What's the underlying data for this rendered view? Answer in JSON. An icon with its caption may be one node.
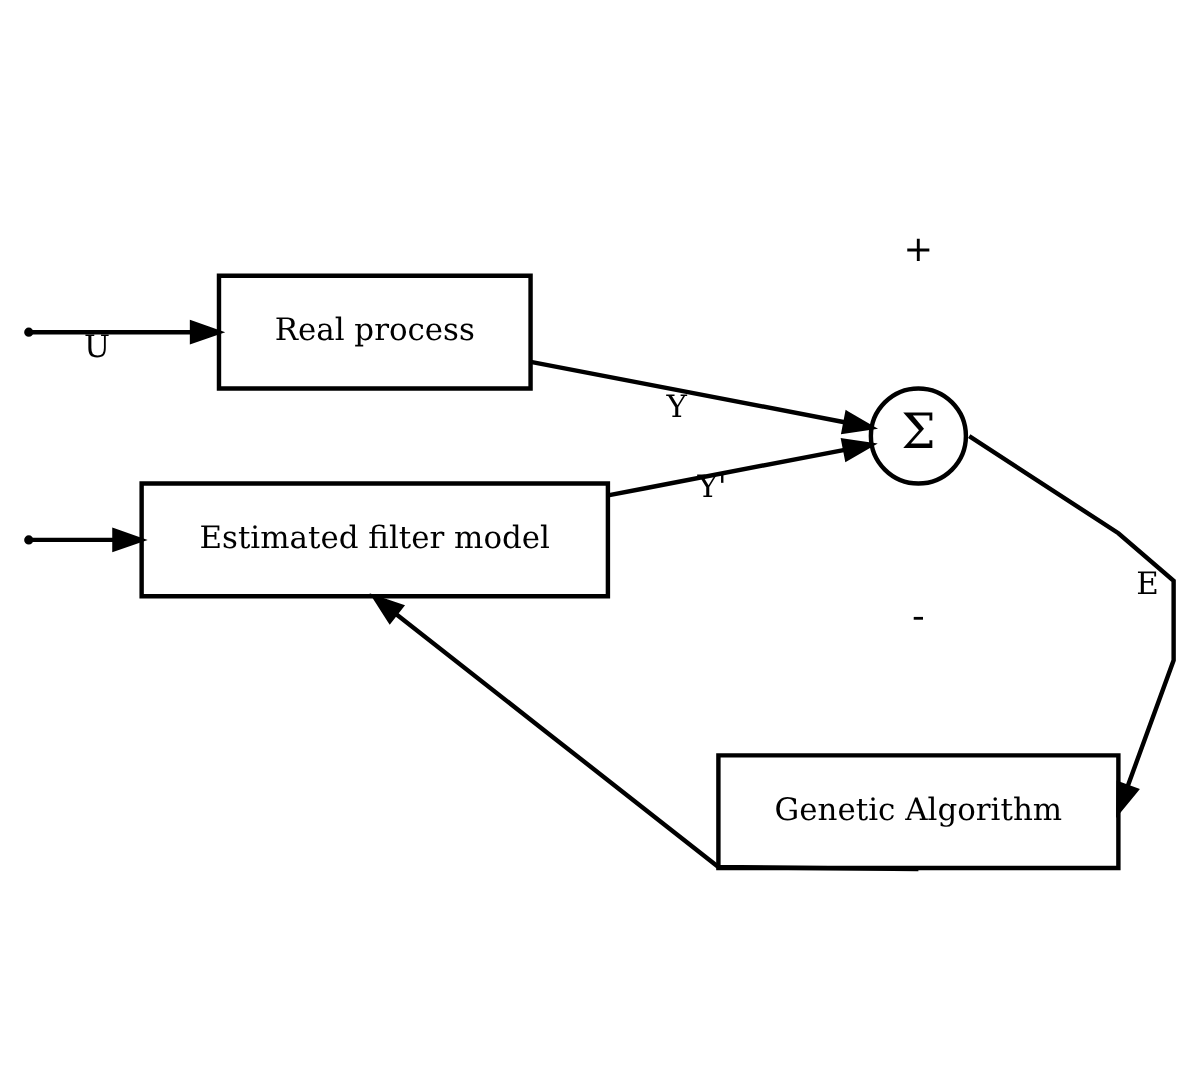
{
  "diagram": {
    "nodes": [
      {
        "text": [
          "Real process"
        ]
      },
      {
        "text": [
          "Estimated filter model"
        ]
      },
      {
        "text": [
          "Σ"
        ]
      },
      {
        "text": [
          "Genetic Algorithm"
        ]
      }
    ],
    "edges": [
      {
        "from": null,
        "to": 0,
        "arrow": "to",
        "label": "U"
      },
      {
        "from": null,
        "to": 1,
        "arrow": "to"
      },
      {
        "from": 0,
        "to": 2,
        "arrow": "to",
        "label": "Y"
      },
      {
        "from": 1,
        "to": 2,
        "arrow": "to",
        "label": "Y'"
      },
      {
        "from": 2,
        "to": 3,
        "arrow": "to",
        "label": "E"
      },
      {
        "from": 3,
        "to": 1,
        "arrow": "to"
      }
    ],
    "labels": [
      "+",
      "-"
    ]
  }
}
